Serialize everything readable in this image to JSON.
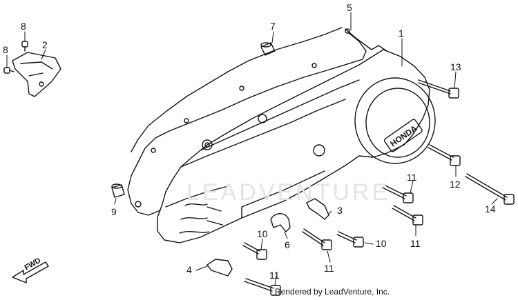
{
  "parts": [
    {
      "id": "callout-1",
      "label": "1"
    },
    {
      "id": "callout-2",
      "label": "2"
    },
    {
      "id": "callout-3",
      "label": "3"
    },
    {
      "id": "callout-4",
      "label": "4"
    },
    {
      "id": "callout-5",
      "label": "5"
    },
    {
      "id": "callout-6",
      "label": "6"
    },
    {
      "id": "callout-7",
      "label": "7"
    },
    {
      "id": "callout-8a",
      "label": "8"
    },
    {
      "id": "callout-8b",
      "label": "8"
    },
    {
      "id": "callout-9",
      "label": "9"
    },
    {
      "id": "callout-10a",
      "label": "10"
    },
    {
      "id": "callout-10b",
      "label": "10"
    },
    {
      "id": "callout-11a",
      "label": "11"
    },
    {
      "id": "callout-11b",
      "label": "11"
    },
    {
      "id": "callout-11c",
      "label": "11"
    },
    {
      "id": "callout-11d",
      "label": "11"
    },
    {
      "id": "callout-12",
      "label": "12"
    },
    {
      "id": "callout-13",
      "label": "13"
    },
    {
      "id": "callout-14",
      "label": "14"
    }
  ],
  "fwd_label": "FWD",
  "cover_logo": "HONDA",
  "watermark": "LEADVENTURE",
  "footer": "Rendered by LeadVenture, Inc.",
  "colors": {
    "line": "#111111",
    "background": "#ffffff",
    "watermark": "#e4e4e4"
  }
}
